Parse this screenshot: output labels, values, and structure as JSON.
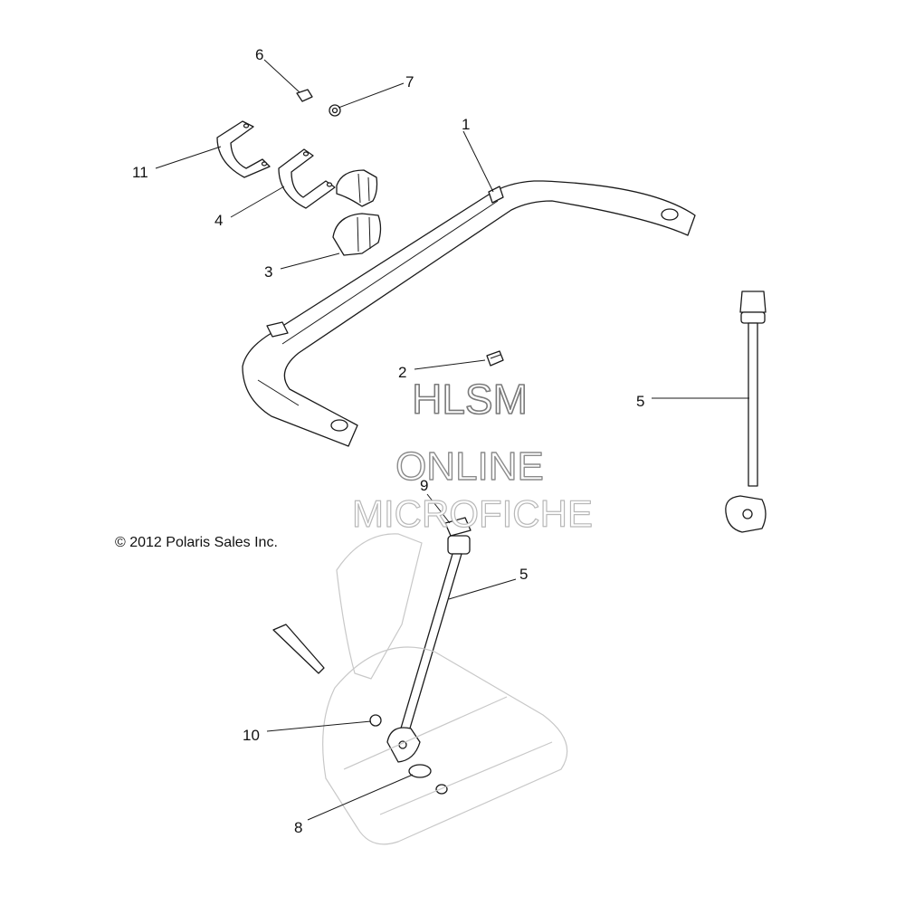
{
  "diagram": {
    "copyright": "© 2012 Polaris Sales Inc.",
    "watermark": [
      "HLSM",
      "ONLINE",
      "MICROFICHE"
    ],
    "callouts": [
      {
        "id": "c1",
        "label": "1"
      },
      {
        "id": "c2",
        "label": "2"
      },
      {
        "id": "c3",
        "label": "3"
      },
      {
        "id": "c4",
        "label": "4"
      },
      {
        "id": "c5a",
        "label": "5"
      },
      {
        "id": "c5b",
        "label": "5"
      },
      {
        "id": "c6",
        "label": "6"
      },
      {
        "id": "c7",
        "label": "7"
      },
      {
        "id": "c8",
        "label": "8"
      },
      {
        "id": "c9",
        "label": "9"
      },
      {
        "id": "c10",
        "label": "10"
      },
      {
        "id": "c11",
        "label": "11"
      }
    ]
  }
}
